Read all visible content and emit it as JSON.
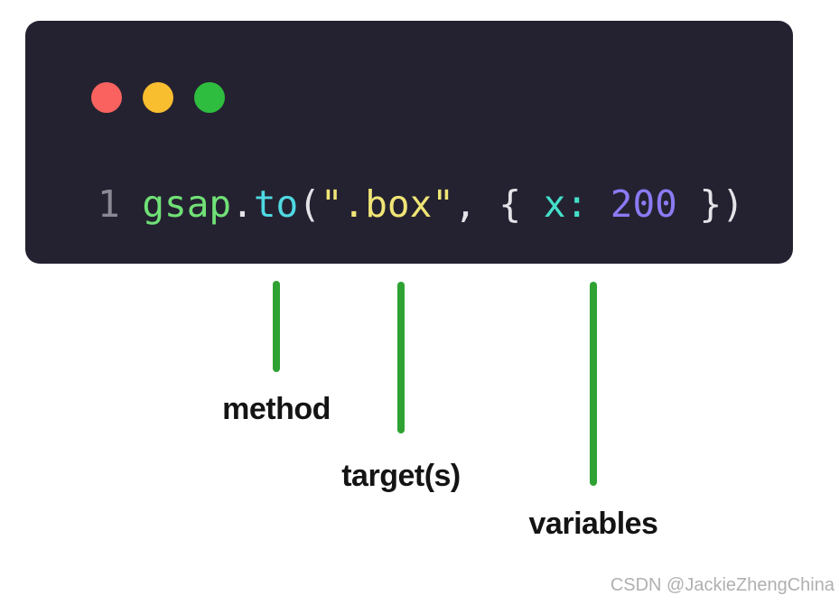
{
  "window": {
    "background_color": "#242231",
    "traffic_lights": [
      {
        "name": "close",
        "color": "#f9625f"
      },
      {
        "name": "minimize",
        "color": "#f9bd30"
      },
      {
        "name": "zoom",
        "color": "#2ebd3e"
      }
    ],
    "code": {
      "line_number": "1",
      "full_text": "gsap.to(\".box\", { x: 200 })",
      "tokens": [
        {
          "text": "gsap",
          "type": "object"
        },
        {
          "text": ".",
          "type": "punctuation"
        },
        {
          "text": "to",
          "type": "method"
        },
        {
          "text": "(",
          "type": "punctuation"
        },
        {
          "text": "\".box\"",
          "type": "string"
        },
        {
          "text": ", { ",
          "type": "punctuation"
        },
        {
          "text": "x:",
          "type": "property"
        },
        {
          "text": " ",
          "type": "punctuation"
        },
        {
          "text": "200",
          "type": "number"
        },
        {
          "text": " })",
          "type": "punctuation"
        }
      ],
      "syntax_colors": {
        "line_number": "#8a8a94",
        "object": "#70e176",
        "method": "#4fd9e2",
        "string": "#f0e576",
        "property": "#45e0cb",
        "number": "#8b7bf5",
        "punctuation": "#e3e3e8"
      }
    }
  },
  "annotations": {
    "accent_color": "#2ea233",
    "items": [
      {
        "label": "method"
      },
      {
        "label": "target(s)"
      },
      {
        "label": "variables"
      }
    ]
  },
  "watermark": {
    "text": "CSDN @JackieZhengChina"
  }
}
